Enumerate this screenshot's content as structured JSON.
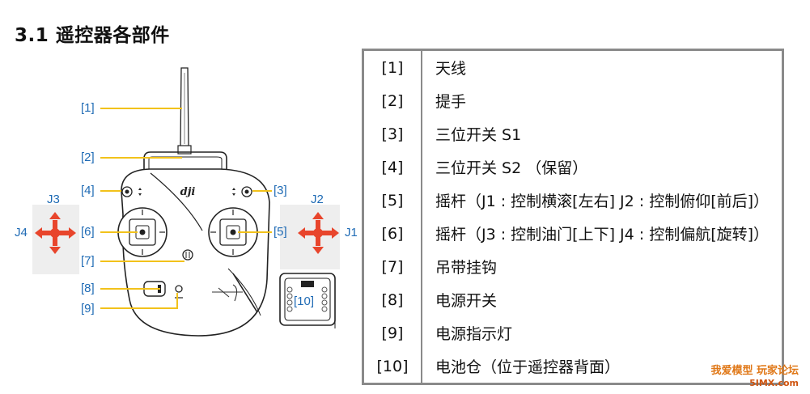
{
  "section_title": "3.1 遥控器各部件",
  "callouts": {
    "c1": "[1]",
    "c2": "[2]",
    "c3": "[3]",
    "c4": "[4]",
    "c5": "[5]",
    "c6": "[6]",
    "c7": "[7]",
    "c8": "[8]",
    "c9": "[9]",
    "c10": "[10]"
  },
  "stick_labels": {
    "j1": "J1",
    "j2": "J2",
    "j3": "J3",
    "j4": "J4"
  },
  "brand_logo": "dji",
  "parts": [
    {
      "num": "[1]",
      "desc": "天线"
    },
    {
      "num": "[2]",
      "desc": "提手"
    },
    {
      "num": "[3]",
      "desc": "三位开关 S1"
    },
    {
      "num": "[4]",
      "desc": "三位开关 S2 （保留）"
    },
    {
      "num": "[5]",
      "desc": "摇杆（J1 : 控制横滚[左右]    J2 : 控制俯仰[前后]）"
    },
    {
      "num": "[6]",
      "desc": "摇杆（J3 : 控制油门[上下]    J4 : 控制偏航[旋转]）"
    },
    {
      "num": "[7]",
      "desc": "吊带挂钩"
    },
    {
      "num": "[8]",
      "desc": "电源开关"
    },
    {
      "num": "[9]",
      "desc": "电源指示灯"
    },
    {
      "num": "[10]",
      "desc": "电池仓（位于遥控器背面）"
    }
  ],
  "watermark": {
    "line1": "我爱模型 玩家论坛",
    "line2": "5IMX.com"
  },
  "colors": {
    "callout_blue": "#1f6bb5",
    "leader_yellow": "#f2c21b",
    "arrow_red": "#e8452c",
    "table_border": "#8a8a8a"
  }
}
